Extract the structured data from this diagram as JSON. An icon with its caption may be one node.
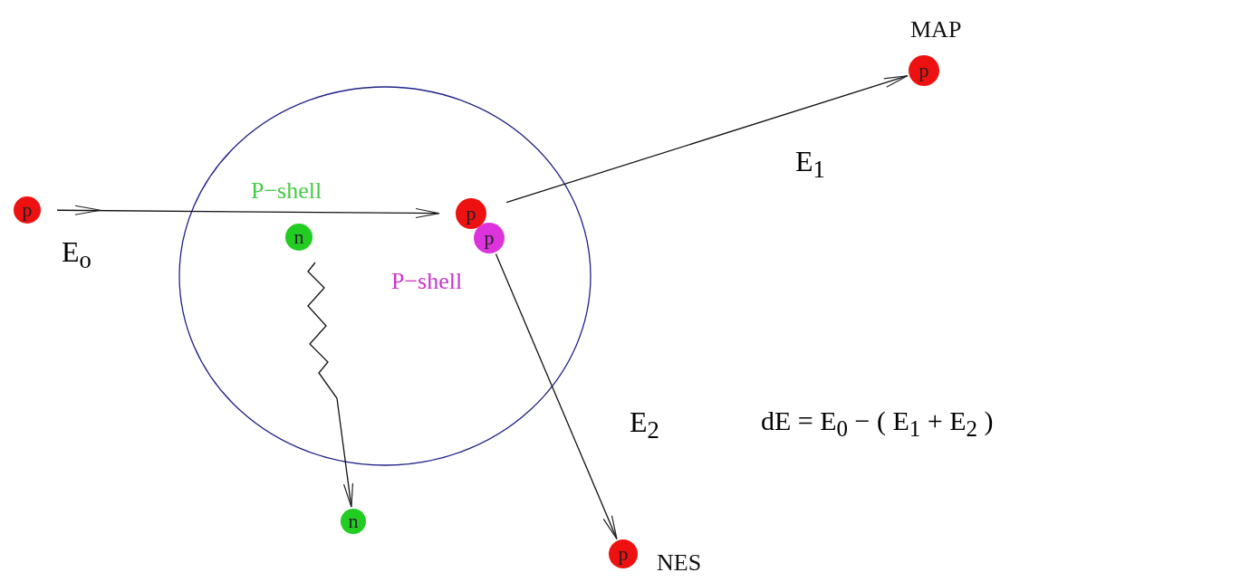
{
  "diagram": {
    "nodes": [
      {
        "text": [],
        "shape": "circle"
      },
      {
        "text": [
          "p"
        ]
      },
      {
        "text": [
          "p"
        ],
        "in": 0
      },
      {
        "text": [
          "p"
        ],
        "in": 0,
        "beside": [
          "P−shell"
        ]
      },
      {
        "text": [
          "n"
        ],
        "in": 0,
        "beside": [
          "P−shell"
        ]
      },
      {
        "text": [
          "n"
        ]
      },
      {
        "text": [
          "p"
        ],
        "beside": [
          "MAP"
        ]
      },
      {
        "text": [
          "p"
        ],
        "beside": [
          "NES"
        ]
      }
    ],
    "edges": [
      {
        "from": 1,
        "to": 2,
        "arrow": "to",
        "label": "E$_{o}$"
      },
      {
        "from": 2,
        "to": 6,
        "arrow": "to",
        "label": "E$_{1}$"
      },
      {
        "from": 3,
        "to": 7,
        "arrow": "to",
        "label": "E$_{2}$"
      },
      {
        "from": 4,
        "to": 5,
        "arrow": "to"
      }
    ],
    "labels": [
      "dE = E$_{0}$ − ( E$_{1}$ + E$_{2}$ )"
    ]
  }
}
